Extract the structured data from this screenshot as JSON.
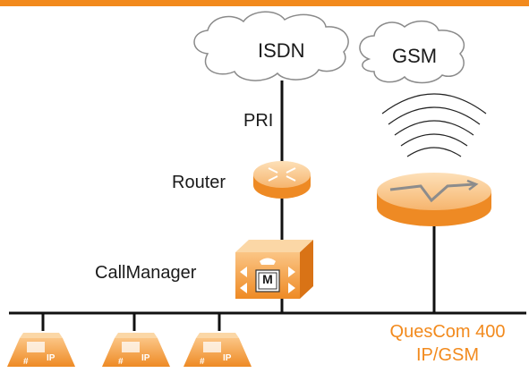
{
  "clouds": {
    "isdn": "ISDN",
    "gsm": "GSM"
  },
  "links": {
    "pri": "PRI"
  },
  "devices": {
    "router": "Router",
    "callmanager": "CallManager",
    "callmanager_badge": "M",
    "quescom_line1": "QuesCom 400",
    "quescom_line2": "IP/GSM",
    "phone_badge": "IP"
  },
  "colors": {
    "accent": "#f28a1d",
    "line": "#111111"
  }
}
